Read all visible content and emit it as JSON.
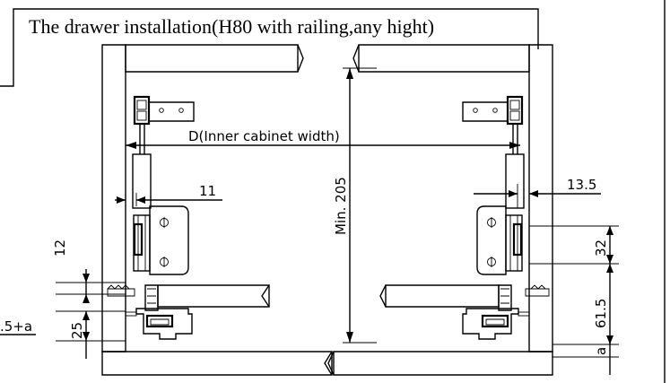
{
  "title": "The drawer installation(H80 with railing,any hight)",
  "dimensions": {
    "inner_width": "D(Inner cabinet width)",
    "left_side_offset": "11",
    "right_side_offset": "13.5",
    "min_height": "Min. 205",
    "left_top_gap": "12",
    "left_bottom_gap": "25",
    "left_cut_label": ".5+a",
    "right_hole_spacing": "32",
    "right_height": "61.5",
    "right_bottom": "a"
  },
  "colors": {
    "line": "#000000",
    "background": "#ffffff",
    "speckle": "#000000"
  }
}
